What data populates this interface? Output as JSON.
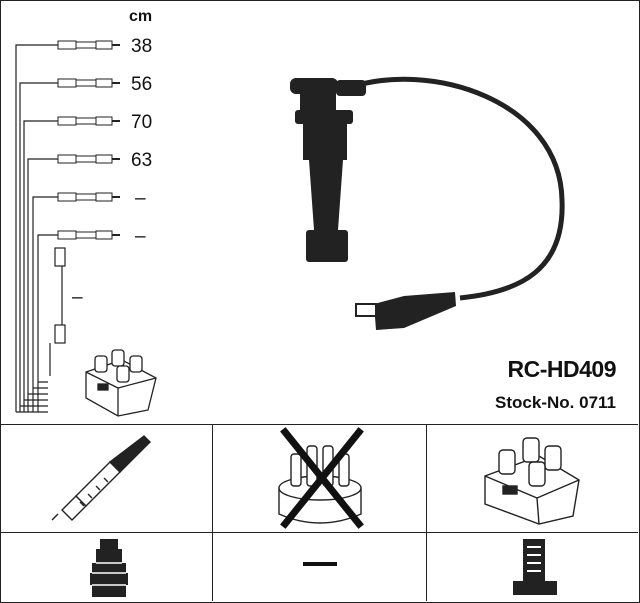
{
  "header": {
    "unit": "cm",
    "part_number": "RC-HD409",
    "stock_number": "Stock-No. 0711"
  },
  "lead_lengths": [
    "38",
    "56",
    "70",
    "63",
    "–",
    "–"
  ],
  "coil_lead_length": "–",
  "accessory_grid": {
    "ignition_coil_cell": "–"
  },
  "icons": {
    "spark_plug": "spark-plug-icon",
    "distributor_cap_crossed": "distributor-cap-crossed-icon",
    "coil_pack": "coil-pack-icon",
    "boot_connector": "boot-connector-icon",
    "terminal": "terminal-icon"
  }
}
